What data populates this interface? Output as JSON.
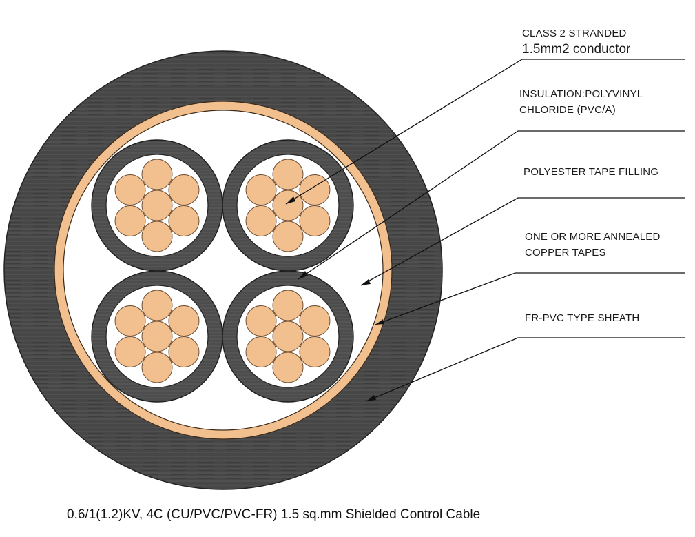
{
  "labels": {
    "conductor_line1": "CLASS 2 STRANDED",
    "conductor_line2": "1.5mm2 conductor",
    "insulation_line1": "INSULATION:POLYVINYL",
    "insulation_line2": "CHLORIDE (PVC/A)",
    "filling": "POLYESTER TAPE  FILLING",
    "tapes_line1": "ONE OR MORE ANNEALED",
    "tapes_line2": "COPPER TAPES",
    "sheath": "FR-PVC TYPE SHEATH"
  },
  "caption": "0.6/1(1.2)KV, 4C (CU/PVC/PVC-FR) 1.5 sq.mm Shielded Control Cable",
  "colors": {
    "sheath": "#4a4a4a",
    "insulation": "#505050",
    "copper": "#f2bf8e",
    "copper_stroke": "#6a4a30",
    "filling": "#ffffff",
    "line": "#111111"
  }
}
